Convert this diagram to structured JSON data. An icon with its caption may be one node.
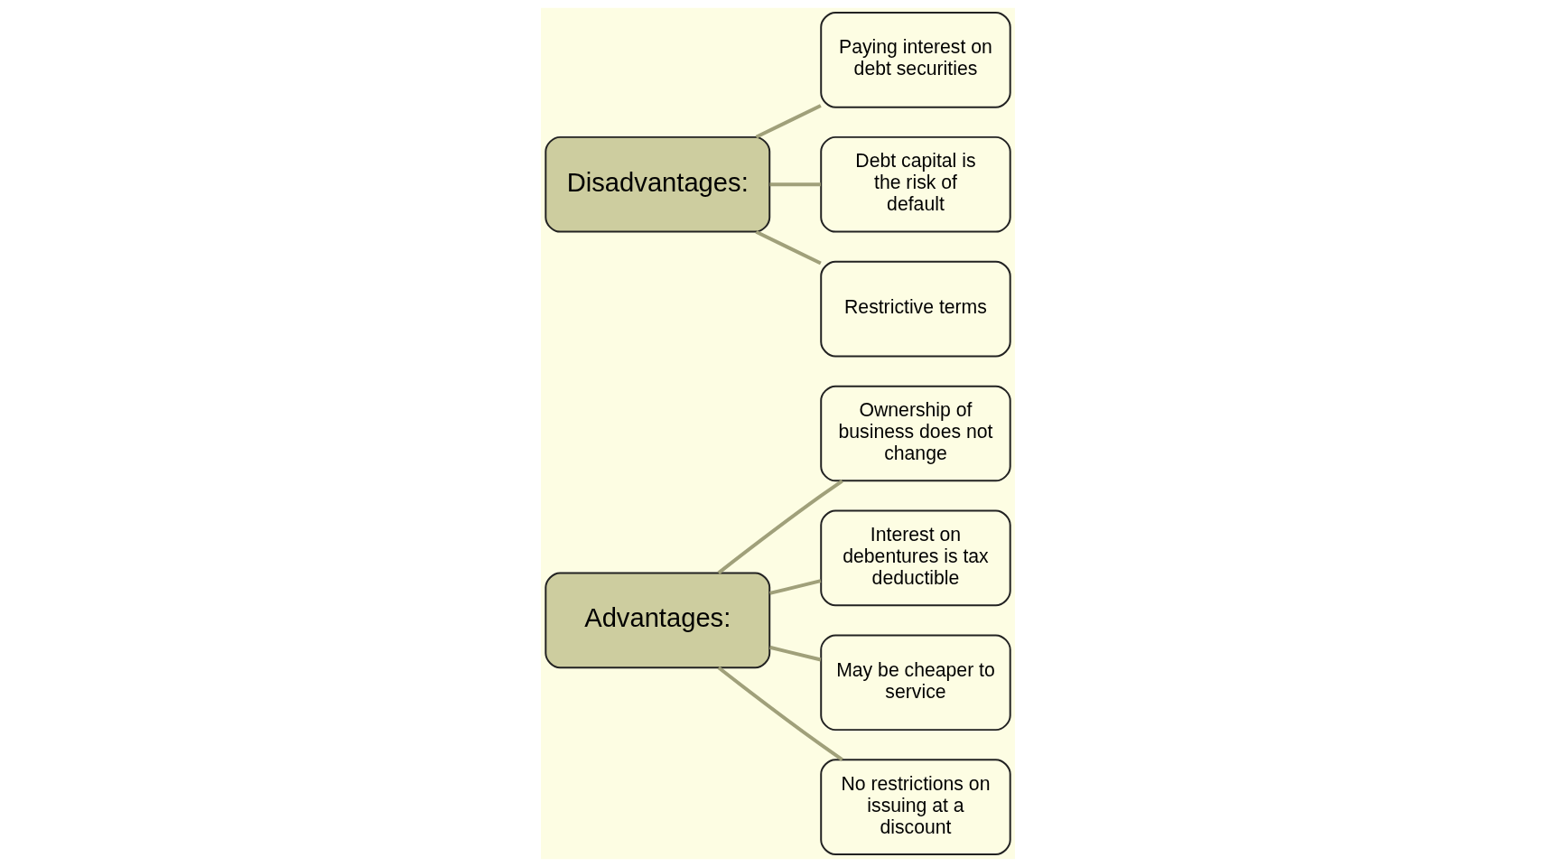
{
  "diagram": {
    "nodes": [
      {
        "text": [
          "Advantages:"
        ]
      },
      {
        "text": [
          "Ownership of business does not change"
        ]
      },
      {
        "text": [
          "Interest on debentures is tax deductible"
        ]
      },
      {
        "text": [
          "May be cheaper to service"
        ]
      },
      {
        "text": [
          "No restrictions on issuing at a discount"
        ]
      },
      {
        "text": [
          "Disadvantages:"
        ]
      },
      {
        "text": [
          "Paying interest on debt securities"
        ]
      },
      {
        "text": [
          "Debt capital is the risk of default"
        ]
      },
      {
        "text": [
          "Restrictive terms"
        ]
      }
    ],
    "edges": [
      {
        "from": 0,
        "to": 1,
        "arrow": "none"
      },
      {
        "from": 0,
        "to": 2,
        "arrow": "none"
      },
      {
        "from": 0,
        "to": 3,
        "arrow": "none"
      },
      {
        "from": 0,
        "to": 4,
        "arrow": "none"
      },
      {
        "from": 5,
        "to": 6,
        "arrow": "none"
      },
      {
        "from": 5,
        "to": 7,
        "arrow": "none"
      },
      {
        "from": 5,
        "to": 8,
        "arrow": "none"
      }
    ]
  }
}
